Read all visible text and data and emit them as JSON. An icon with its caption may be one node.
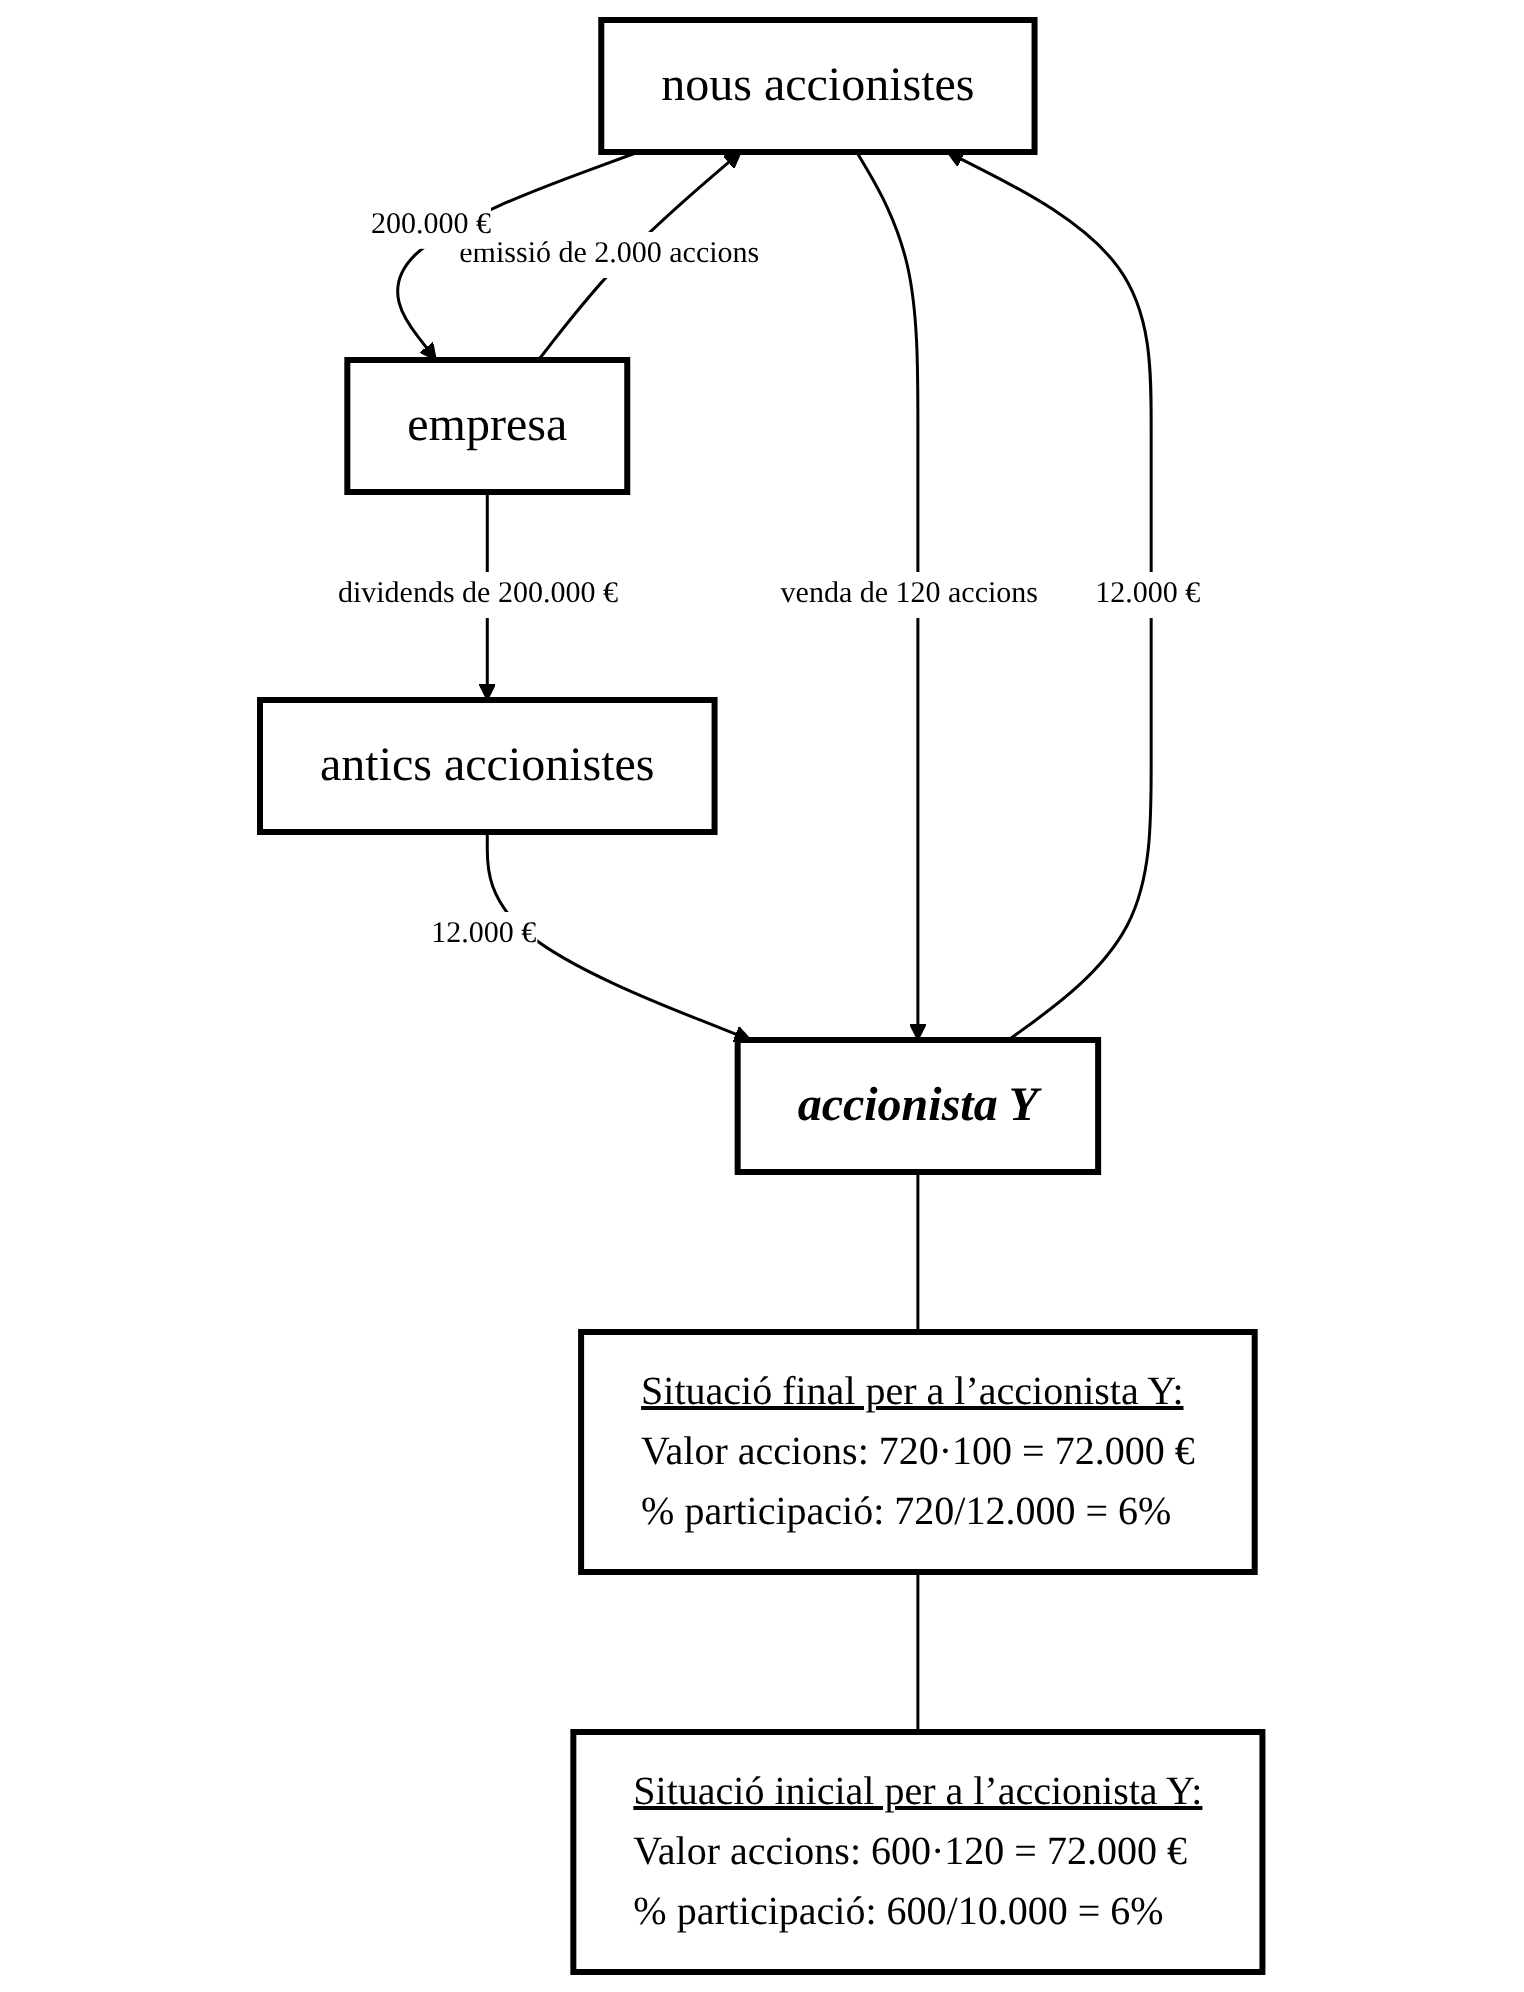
{
  "diagram": {
    "nodes": [
      {
        "text": [
          "nous accionistes"
        ]
      },
      {
        "text": [
          "empresa"
        ]
      },
      {
        "text": [
          "antics accionistes"
        ]
      },
      {
        "text": [
          "accionista Y"
        ]
      },
      {
        "text": [
          "Situació final per a l’accionista Y:",
          "Valor accions: 720·100 = 72.000 €",
          "% participació: 720/12.000 = 6%"
        ]
      },
      {
        "text": [
          "Situació inicial per a l’accionista Y:",
          "Valor accions: 600·120 = 72.000 €",
          "% participació: 600/10.000 = 6%"
        ]
      }
    ],
    "edges": [
      {
        "from": 1,
        "to": 0,
        "arrow": "to",
        "label": "emissió de 2.000 accions"
      },
      {
        "from": 0,
        "to": 1,
        "arrow": "to",
        "label": "200.000 €"
      },
      {
        "from": 1,
        "to": 2,
        "arrow": "to",
        "label": "dividends de 200.000 €"
      },
      {
        "from": 2,
        "to": 3,
        "arrow": "to",
        "label": "12.000 €"
      },
      {
        "from": 3,
        "to": 0,
        "arrow": "to",
        "label": "12.000 €"
      },
      {
        "from": 0,
        "to": 3,
        "arrow": "to",
        "label": "venda de 120 accions"
      },
      {
        "from": 3,
        "to": 4,
        "arrow": "none"
      },
      {
        "from": 4,
        "to": 5,
        "arrow": "none"
      }
    ]
  }
}
